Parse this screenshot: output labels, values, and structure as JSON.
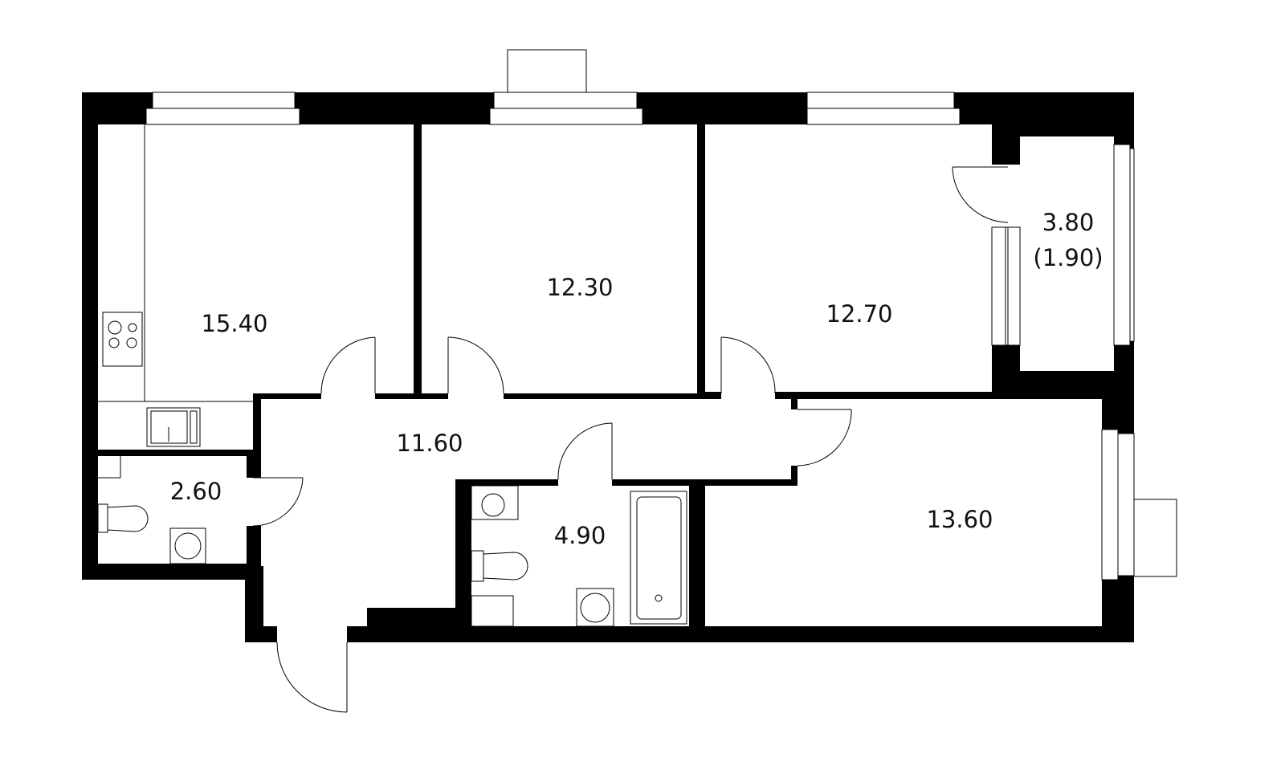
{
  "plan": {
    "colors": {
      "wall": "#000000",
      "floor": "#ffffff"
    },
    "rooms": [
      {
        "id": "kitchen",
        "area": "15.40"
      },
      {
        "id": "bedroom-1",
        "area": "12.30"
      },
      {
        "id": "bedroom-2",
        "area": "12.70"
      },
      {
        "id": "balcony",
        "area": "3.80",
        "area_reduced": "(1.90)"
      },
      {
        "id": "hallway",
        "area": "11.60"
      },
      {
        "id": "wc",
        "area": "2.60"
      },
      {
        "id": "bathroom",
        "area": "4.90"
      },
      {
        "id": "living-room",
        "area": "13.60"
      }
    ]
  }
}
